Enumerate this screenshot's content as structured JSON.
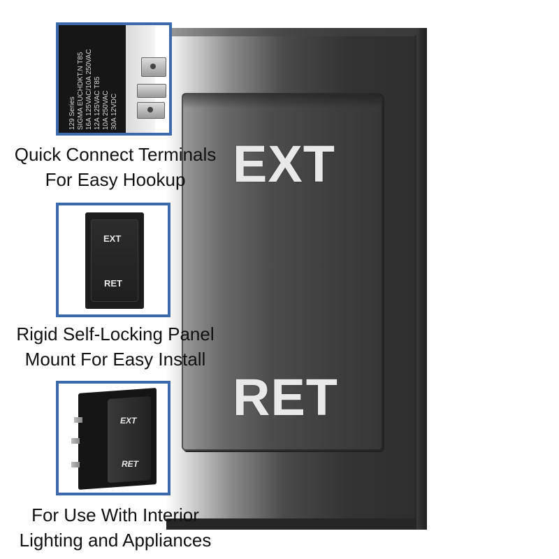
{
  "main_switch": {
    "top_label": "EXT",
    "bottom_label": "RET"
  },
  "features": [
    {
      "caption_line1": "Quick Connect Terminals",
      "caption_line2": "For Easy Hookup",
      "relay_label_lines": [
        "129 Series",
        "SIGMA EUCHDKT.N T85",
        "16A 125VAC/10A 250VAC",
        "12A 125VAC T85",
        "10A 250VAC",
        "30A 12VDC"
      ]
    },
    {
      "caption_line1": "Rigid Self-Locking Panel",
      "caption_line2": "Mount For Easy Install",
      "switch_top_label": "EXT",
      "switch_bottom_label": "RET"
    },
    {
      "caption_line1": "For Use With Interior",
      "caption_line2": "Lighting and Appliances",
      "switch_top_label": "EXT",
      "switch_bottom_label": "RET"
    }
  ],
  "colors": {
    "thumb_border": "#3d6aaa",
    "switch_dark": "#333333",
    "label_light": "#e9e9e9"
  }
}
